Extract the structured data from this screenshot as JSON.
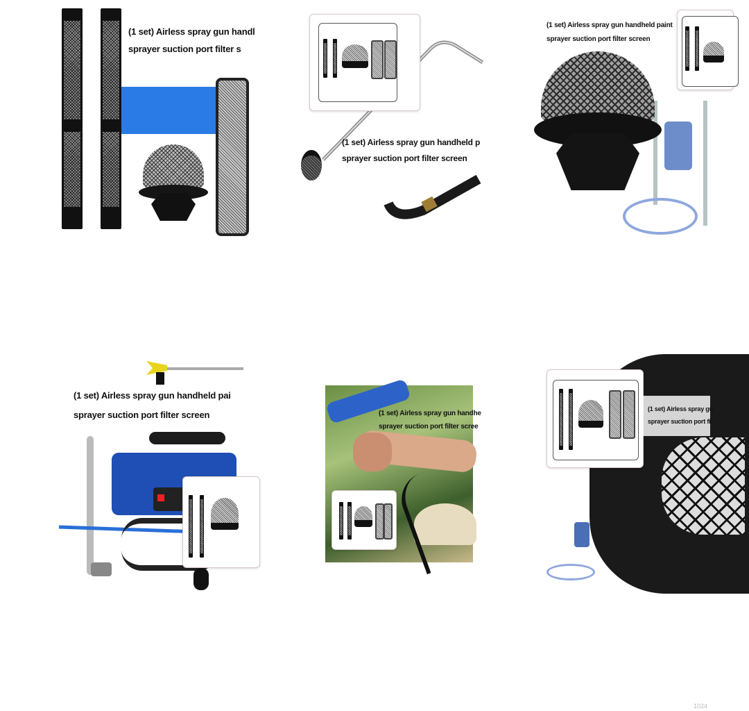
{
  "tiles": [
    {
      "caption_line1": "(1 set) Airless spray gun handl",
      "caption_line2": "sprayer suction port filter s"
    },
    {
      "caption_line1": "(1 set) Airless spray gun handheld p",
      "caption_line2": "sprayer suction port filter screen"
    },
    {
      "caption_line1": "(1 set) Airless spray gun handheld paint",
      "caption_line2": "sprayer suction port filter screen"
    },
    {
      "caption_line1": "(1 set) Airless spray gun handheld pai",
      "caption_line2": "sprayer suction port filter screen"
    },
    {
      "caption_line1": "(1 set) Airless spray gun handhe",
      "caption_line2": "sprayer suction port filter scree"
    },
    {
      "caption_line1": "(1 set) Airless spray gu",
      "caption_line2": "sprayer suction port fi"
    }
  ],
  "colors": {
    "accent_blue": "#2b7be6",
    "machine_blue": "#1f4fb5",
    "black": "#111111"
  },
  "watermark": "1024"
}
